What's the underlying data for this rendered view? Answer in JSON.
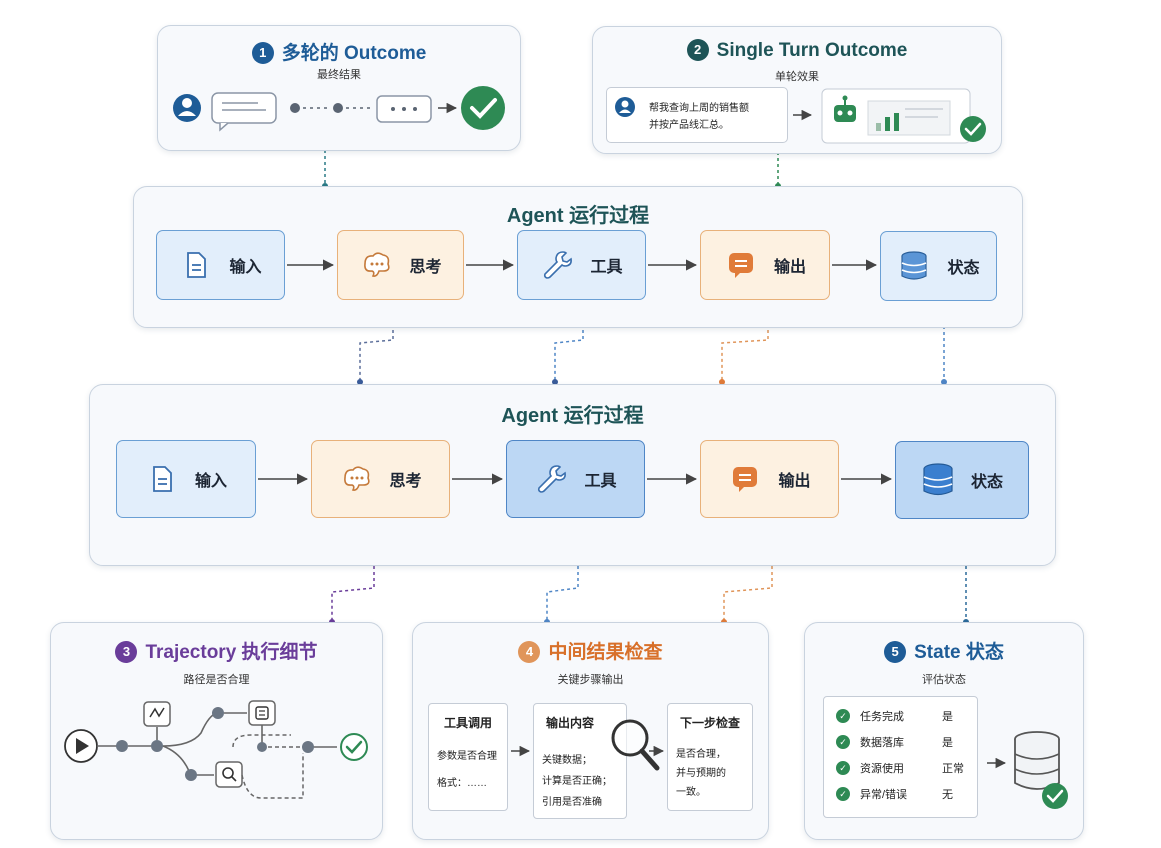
{
  "colors": {
    "teal_dark": "#1e5457",
    "blue": "#1e5c97",
    "green": "#2e8a54",
    "purple": "#6a3d9a",
    "orange": "#e07b39",
    "orange_text": "#d8702a"
  },
  "card1": {
    "number": "1",
    "title": "多轮的 Outcome",
    "subtitle": "最终结果"
  },
  "card2": {
    "number": "2",
    "title": "Single Turn Outcome",
    "subtitle": "单轮效果",
    "query_line1": "帮我查询上周的销售额",
    "query_line2": "并按产品线汇总。"
  },
  "stage1": {
    "title": "Agent 运行过程",
    "nodes": [
      {
        "label": "输入",
        "icon": "document-icon"
      },
      {
        "label": "思考",
        "icon": "thought-icon"
      },
      {
        "label": "工具",
        "icon": "wrench-icon"
      },
      {
        "label": "输出",
        "icon": "message-icon"
      },
      {
        "label": "状态",
        "icon": "database-icon"
      }
    ]
  },
  "stage2": {
    "title": "Agent 运行过程",
    "nodes": [
      {
        "label": "输入",
        "icon": "document-icon"
      },
      {
        "label": "思考",
        "icon": "thought-icon"
      },
      {
        "label": "工具",
        "icon": "wrench-icon"
      },
      {
        "label": "输出",
        "icon": "message-icon"
      },
      {
        "label": "状态",
        "icon": "database-icon"
      }
    ]
  },
  "card3": {
    "number": "3",
    "title": "Trajectory 执行细节",
    "subtitle": "路径是否合理"
  },
  "card4": {
    "number": "4",
    "title": "中间结果检查",
    "subtitle": "关键步骤输出",
    "tool_box": {
      "title": "工具调用",
      "line1": "参数是否合理",
      "line2": "格式：……"
    },
    "output_box": {
      "title": "输出内容",
      "line1": "关键数据；",
      "line2": "计算是否正确；",
      "line3": "引用是否准确"
    },
    "next_box": {
      "title": "下一步检查",
      "line1": "是否合理，",
      "line2": "并与预期的",
      "line3": "一致。"
    }
  },
  "card5": {
    "number": "5",
    "title": "State 状态",
    "subtitle": "评估状态",
    "rows": [
      {
        "label": "任务完成",
        "value": "是"
      },
      {
        "label": "数据落库",
        "value": "是"
      },
      {
        "label": "资源使用",
        "value": "正常"
      },
      {
        "label": "异常/错误",
        "value": "无"
      }
    ]
  }
}
